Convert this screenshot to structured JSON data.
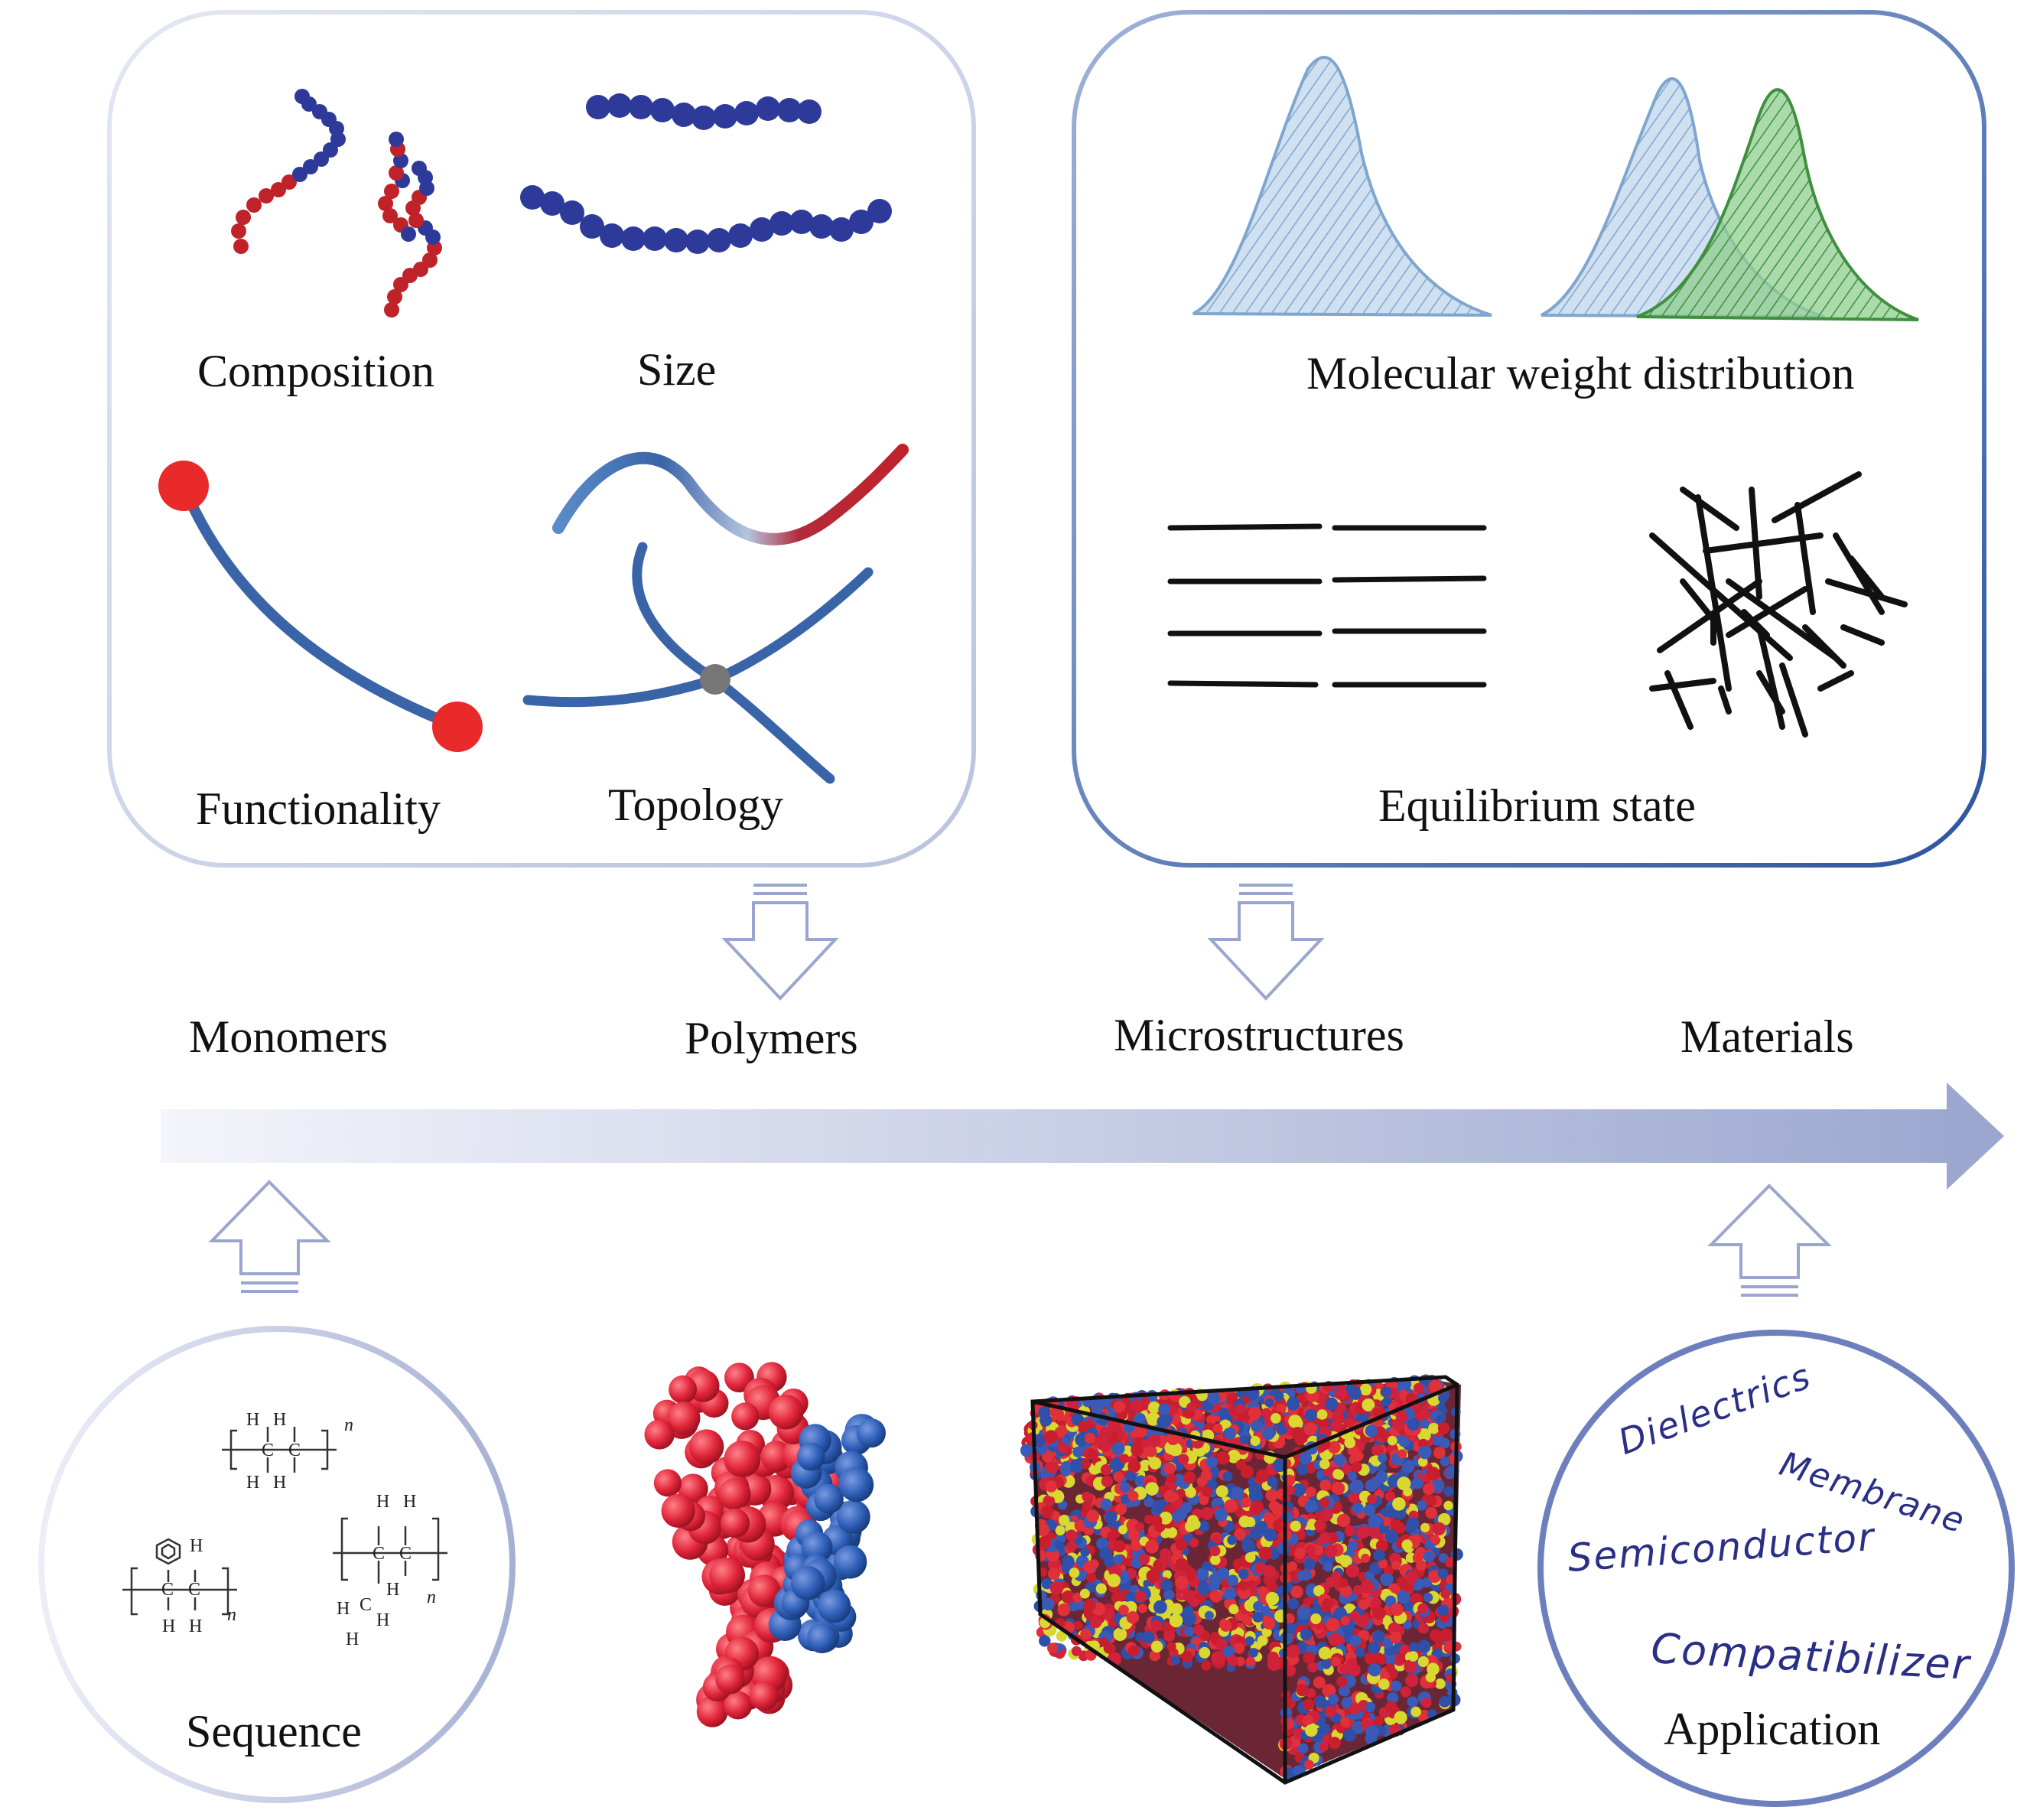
{
  "polymer_properties": {
    "composition": "Composition",
    "size": "Size",
    "functionality": "Functionality",
    "topology": "Topology"
  },
  "microstructure_properties": {
    "mwd": "Molecular weight distribution",
    "equilibrium": "Equilibrium state"
  },
  "pipeline": {
    "monomers": "Monomers",
    "polymers": "Polymers",
    "microstructures": "Microstructures",
    "materials": "Materials"
  },
  "sequence": {
    "label": "Sequence",
    "formula_atoms": {
      "H": "H",
      "C": "C",
      "n": "n"
    }
  },
  "application": {
    "label": "Application",
    "items": [
      "Dielectrics",
      "Membrane",
      "Semiconductor",
      "Compatibilizer"
    ]
  },
  "colors": {
    "red_bead": "#c0222a",
    "blue_bead": "#2e3a9a",
    "chain_blue": "#3a64a8",
    "end_red": "#e82a2a",
    "junction_gray": "#777777",
    "peak_blue": "#8fb5d8",
    "peak_green": "#5faa5f",
    "frame_blue": "#2c55a0",
    "arrow_blue": "#9aa6cf",
    "hand_ink": "#2a2f86"
  }
}
